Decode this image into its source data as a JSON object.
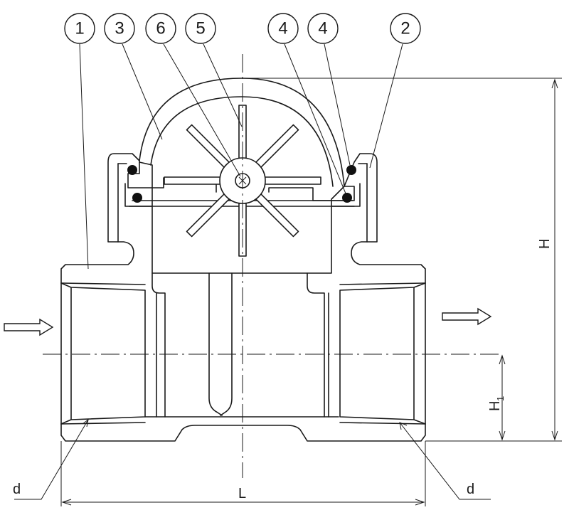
{
  "callouts": [
    {
      "label": "1",
      "part": "body"
    },
    {
      "label": "3",
      "part": "dome-cover"
    },
    {
      "label": "6",
      "part": "axle"
    },
    {
      "label": "5",
      "part": "impeller"
    },
    {
      "label": "4",
      "part": "o-ring-upper"
    },
    {
      "label": "4",
      "part": "o-ring-lower"
    },
    {
      "label": "2",
      "part": "retaining-nut"
    }
  ],
  "dimensions": {
    "height_total": "H",
    "height_center": "H",
    "height_center_sub": "1",
    "length": "L",
    "thread_left": "d",
    "thread_right": "d"
  },
  "flow": {
    "inlet_direction": "right",
    "outlet_direction": "right"
  },
  "colors": {
    "line": "#1a1a1a",
    "background": "#ffffff",
    "seal": "#111111"
  }
}
